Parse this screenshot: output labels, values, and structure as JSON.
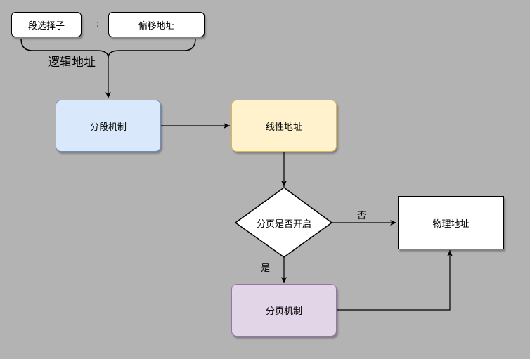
{
  "segment_selector": "段选择子",
  "colon": ":",
  "offset_address": "偏移地址",
  "logical_address": "逻辑地址",
  "segmentation": "分段机制",
  "linear_address": "线性地址",
  "paging_decision": "分页是否开启",
  "edge_no": "否",
  "edge_yes": "是",
  "physical_address": "物理地址",
  "paging": "分页机制"
}
